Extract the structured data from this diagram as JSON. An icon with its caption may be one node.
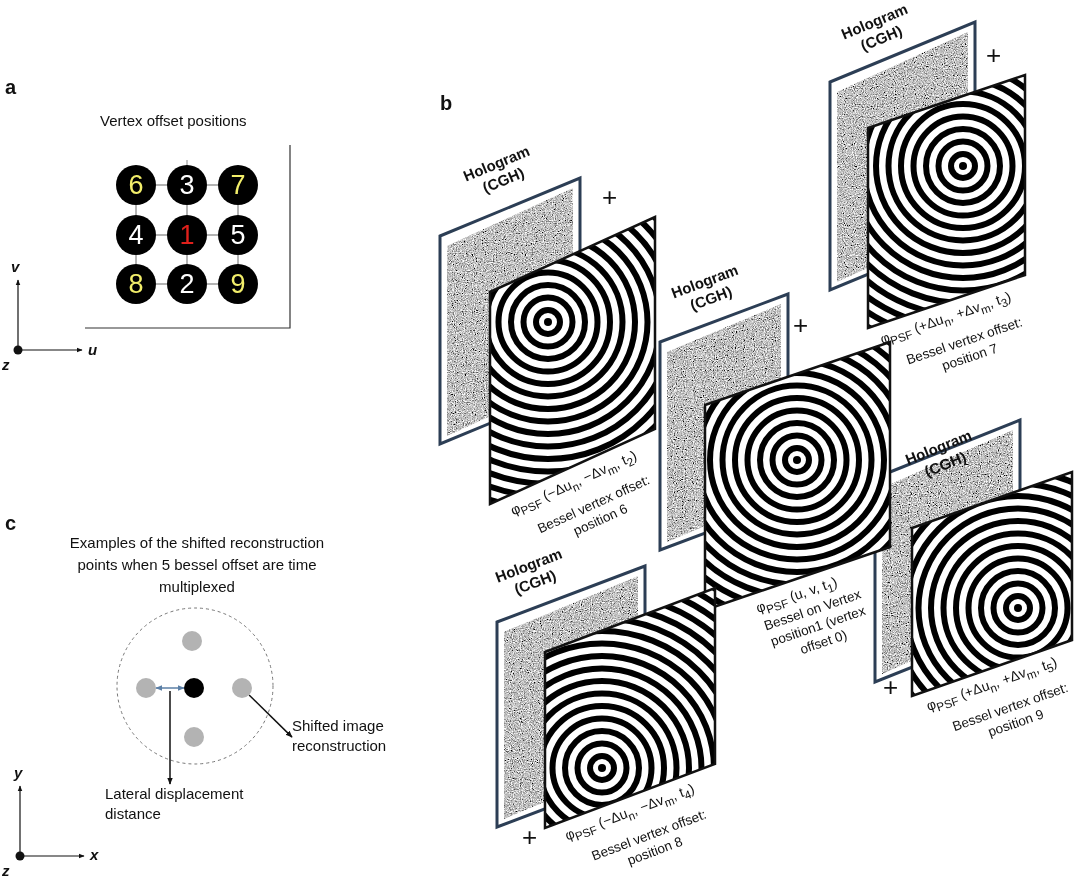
{
  "diagram": {
    "nodes": [
      {
        "text": [
          "6"
        ]
      },
      {
        "text": [
          "3"
        ]
      },
      {
        "text": [
          "7"
        ]
      },
      {
        "text": [
          "4"
        ]
      },
      {
        "text": [
          "1"
        ]
      },
      {
        "text": [
          "5"
        ]
      },
      {
        "text": [
          "8"
        ]
      },
      {
        "text": [
          "2"
        ]
      },
      {
        "text": [
          "9"
        ]
      },
      {
        "text": [
          "Hologram (CGH)"
        ]
      },
      {
        "text": [
          "φ$_{PSF}$ (+Δu$_{n}$, +Δv$_{m}$, t$_{3}$)",
          "Bessel vertex offset: position 7"
        ]
      },
      {
        "text": [
          "Hologram (CGH)"
        ]
      },
      {
        "text": [
          "φ$_{PSF}$ (−Δu$_{n}$, −Δv$_{m}$, t$_{2}$)",
          "Bessel vertex offset: position 6"
        ]
      },
      {
        "text": [
          "Hologram (CGH)"
        ]
      },
      {
        "text": [
          "φ$_{PSF}$ (u, v, t$_{1}$)",
          "Bessel on Vertex position1 (vertex offset 0)"
        ]
      },
      {
        "text": [
          "Hologram (CGH)"
        ]
      },
      {
        "text": [
          "φ$_{PSF}$ (+Δu$_{n}$, +Δv$_{m}$, t$_{5}$)",
          "Bessel vertex offset: position 9"
        ]
      },
      {
        "text": [
          "Hologram (CGH)"
        ]
      },
      {
        "text": [
          "φ$_{PSF}$ (−Δu$_{n}$, −Δv$_{m}$, t$_{4}$)",
          "Bessel vertex offset: position 8"
        ]
      },
      {
        "text": [],
        "shape": "circle"
      },
      {
        "text": [],
        "shape": "circle"
      },
      {
        "text": [],
        "shape": "circle"
      },
      {
        "text": [],
        "shape": "circle"
      },
      {
        "text": [],
        "shape": "circle"
      },
      {
        "text": [
          "Shifted image reconstruction"
        ]
      },
      {
        "text": [
          "Lateral displacement distance"
        ]
      }
    ],
    "edges": [
      {
        "from": 0,
        "to": 1,
        "arrow": "none"
      },
      {
        "from": 1,
        "to": 2,
        "arrow": "none"
      },
      {
        "from": 3,
        "to": 4,
        "arrow": "none"
      },
      {
        "from": 4,
        "to": 5,
        "arrow": "none"
      },
      {
        "from": 6,
        "to": 7,
        "arrow": "none"
      },
      {
        "from": 7,
        "to": 8,
        "arrow": "none"
      },
      {
        "from": 0,
        "to": 3,
        "arrow": "none"
      },
      {
        "from": 3,
        "to": 6,
        "arrow": "none"
      },
      {
        "from": 1,
        "to": 4,
        "arrow": "none"
      },
      {
        "from": 4,
        "to": 7,
        "arrow": "none"
      },
      {
        "from": 2,
        "to": 5,
        "arrow": "none"
      },
      {
        "from": 5,
        "to": 8,
        "arrow": "none"
      },
      {
        "from": 20,
        "to": 21,
        "arrow": "both",
        "color": "#5b7fa6"
      },
      {
        "from": 22,
        "to": 24,
        "arrow": "to",
        "color": "#111111"
      },
      {
        "from": null,
        "to": 25,
        "arrow": "to",
        "color": "#111111"
      }
    ],
    "labels": [
      "a",
      "Vertex offset positions",
      "v",
      "u",
      "z",
      "b",
      "+",
      "+",
      "+",
      "+",
      "+",
      "c",
      "Examples of the shifted reconstruction points when 5 bessel offset are time multiplexed",
      "y",
      "x",
      "z"
    ]
  }
}
